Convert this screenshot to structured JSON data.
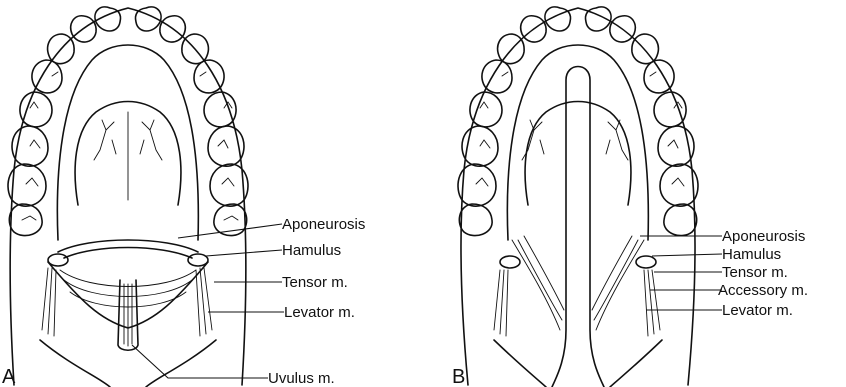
{
  "panels": [
    {
      "letter": "A",
      "labels": [
        "Aponeurosis",
        "Hamulus",
        "Tensor m.",
        "Levator m.",
        "Uvulus m."
      ]
    },
    {
      "letter": "B",
      "labels": [
        "Aponeurosis",
        "Hamulus",
        "Tensor m.",
        "Accessory m.",
        "Levator m."
      ]
    }
  ]
}
